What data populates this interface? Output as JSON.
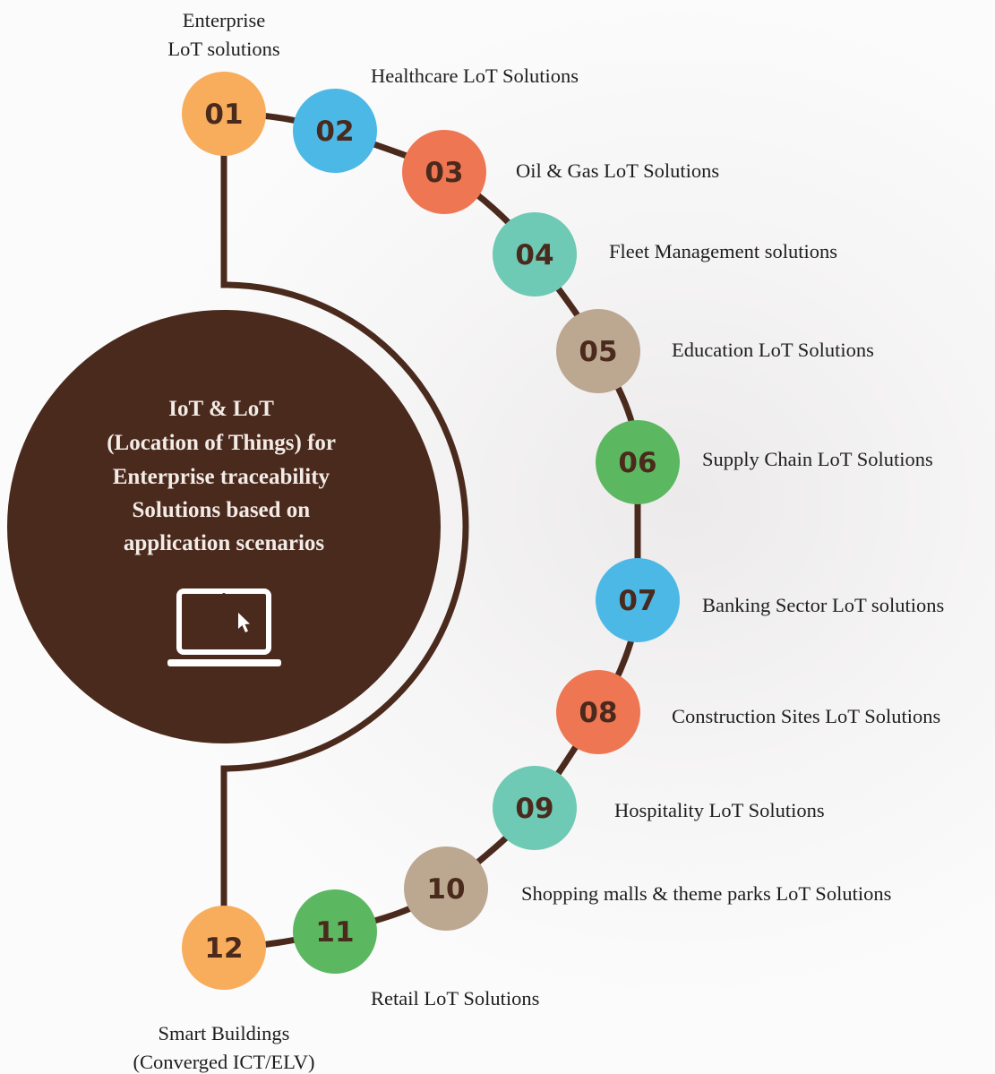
{
  "center": {
    "title_lines": [
      "IoT & LoT",
      "(Location of Things) for",
      "Enterprise traceability",
      "Solutions based on",
      "application scenarios"
    ],
    "icon": "laptop-cursor-icon"
  },
  "colors": {
    "brown": "#4b2a1e",
    "orange": "#f8ad5c",
    "blue": "#4bb8e6",
    "coral": "#ef7653",
    "teal": "#6ec9b5",
    "tan": "#bca791",
    "green": "#5cb761"
  },
  "steps": [
    {
      "num": "01",
      "label": [
        "Enterprise",
        "LoT solutions"
      ],
      "color": "#f8ad5c"
    },
    {
      "num": "02",
      "label": [
        "Healthcare LoT Solutions"
      ],
      "color": "#4bb8e6"
    },
    {
      "num": "03",
      "label": [
        "Oil & Gas LoT Solutions"
      ],
      "color": "#ef7653"
    },
    {
      "num": "04",
      "label": [
        "Fleet Management solutions"
      ],
      "color": "#6ec9b5"
    },
    {
      "num": "05",
      "label": [
        "Education LoT Solutions"
      ],
      "color": "#bca791"
    },
    {
      "num": "06",
      "label": [
        "Supply Chain LoT Solutions"
      ],
      "color": "#5cb761"
    },
    {
      "num": "07",
      "label": [
        "Banking Sector LoT solutions"
      ],
      "color": "#4bb8e6"
    },
    {
      "num": "08",
      "label": [
        "Construction Sites LoT Solutions"
      ],
      "color": "#ef7653"
    },
    {
      "num": "09",
      "label": [
        "Hospitality LoT Solutions"
      ],
      "color": "#6ec9b5"
    },
    {
      "num": "10",
      "label": [
        "Shopping malls & theme parks LoT Solutions"
      ],
      "color": "#bca791"
    },
    {
      "num": "11",
      "label": [
        "Retail LoT Solutions"
      ],
      "color": "#5cb761"
    },
    {
      "num": "12",
      "label": [
        "Smart Buildings",
        "(Converged ICT/ELV)"
      ],
      "color": "#f8ad5c"
    }
  ]
}
